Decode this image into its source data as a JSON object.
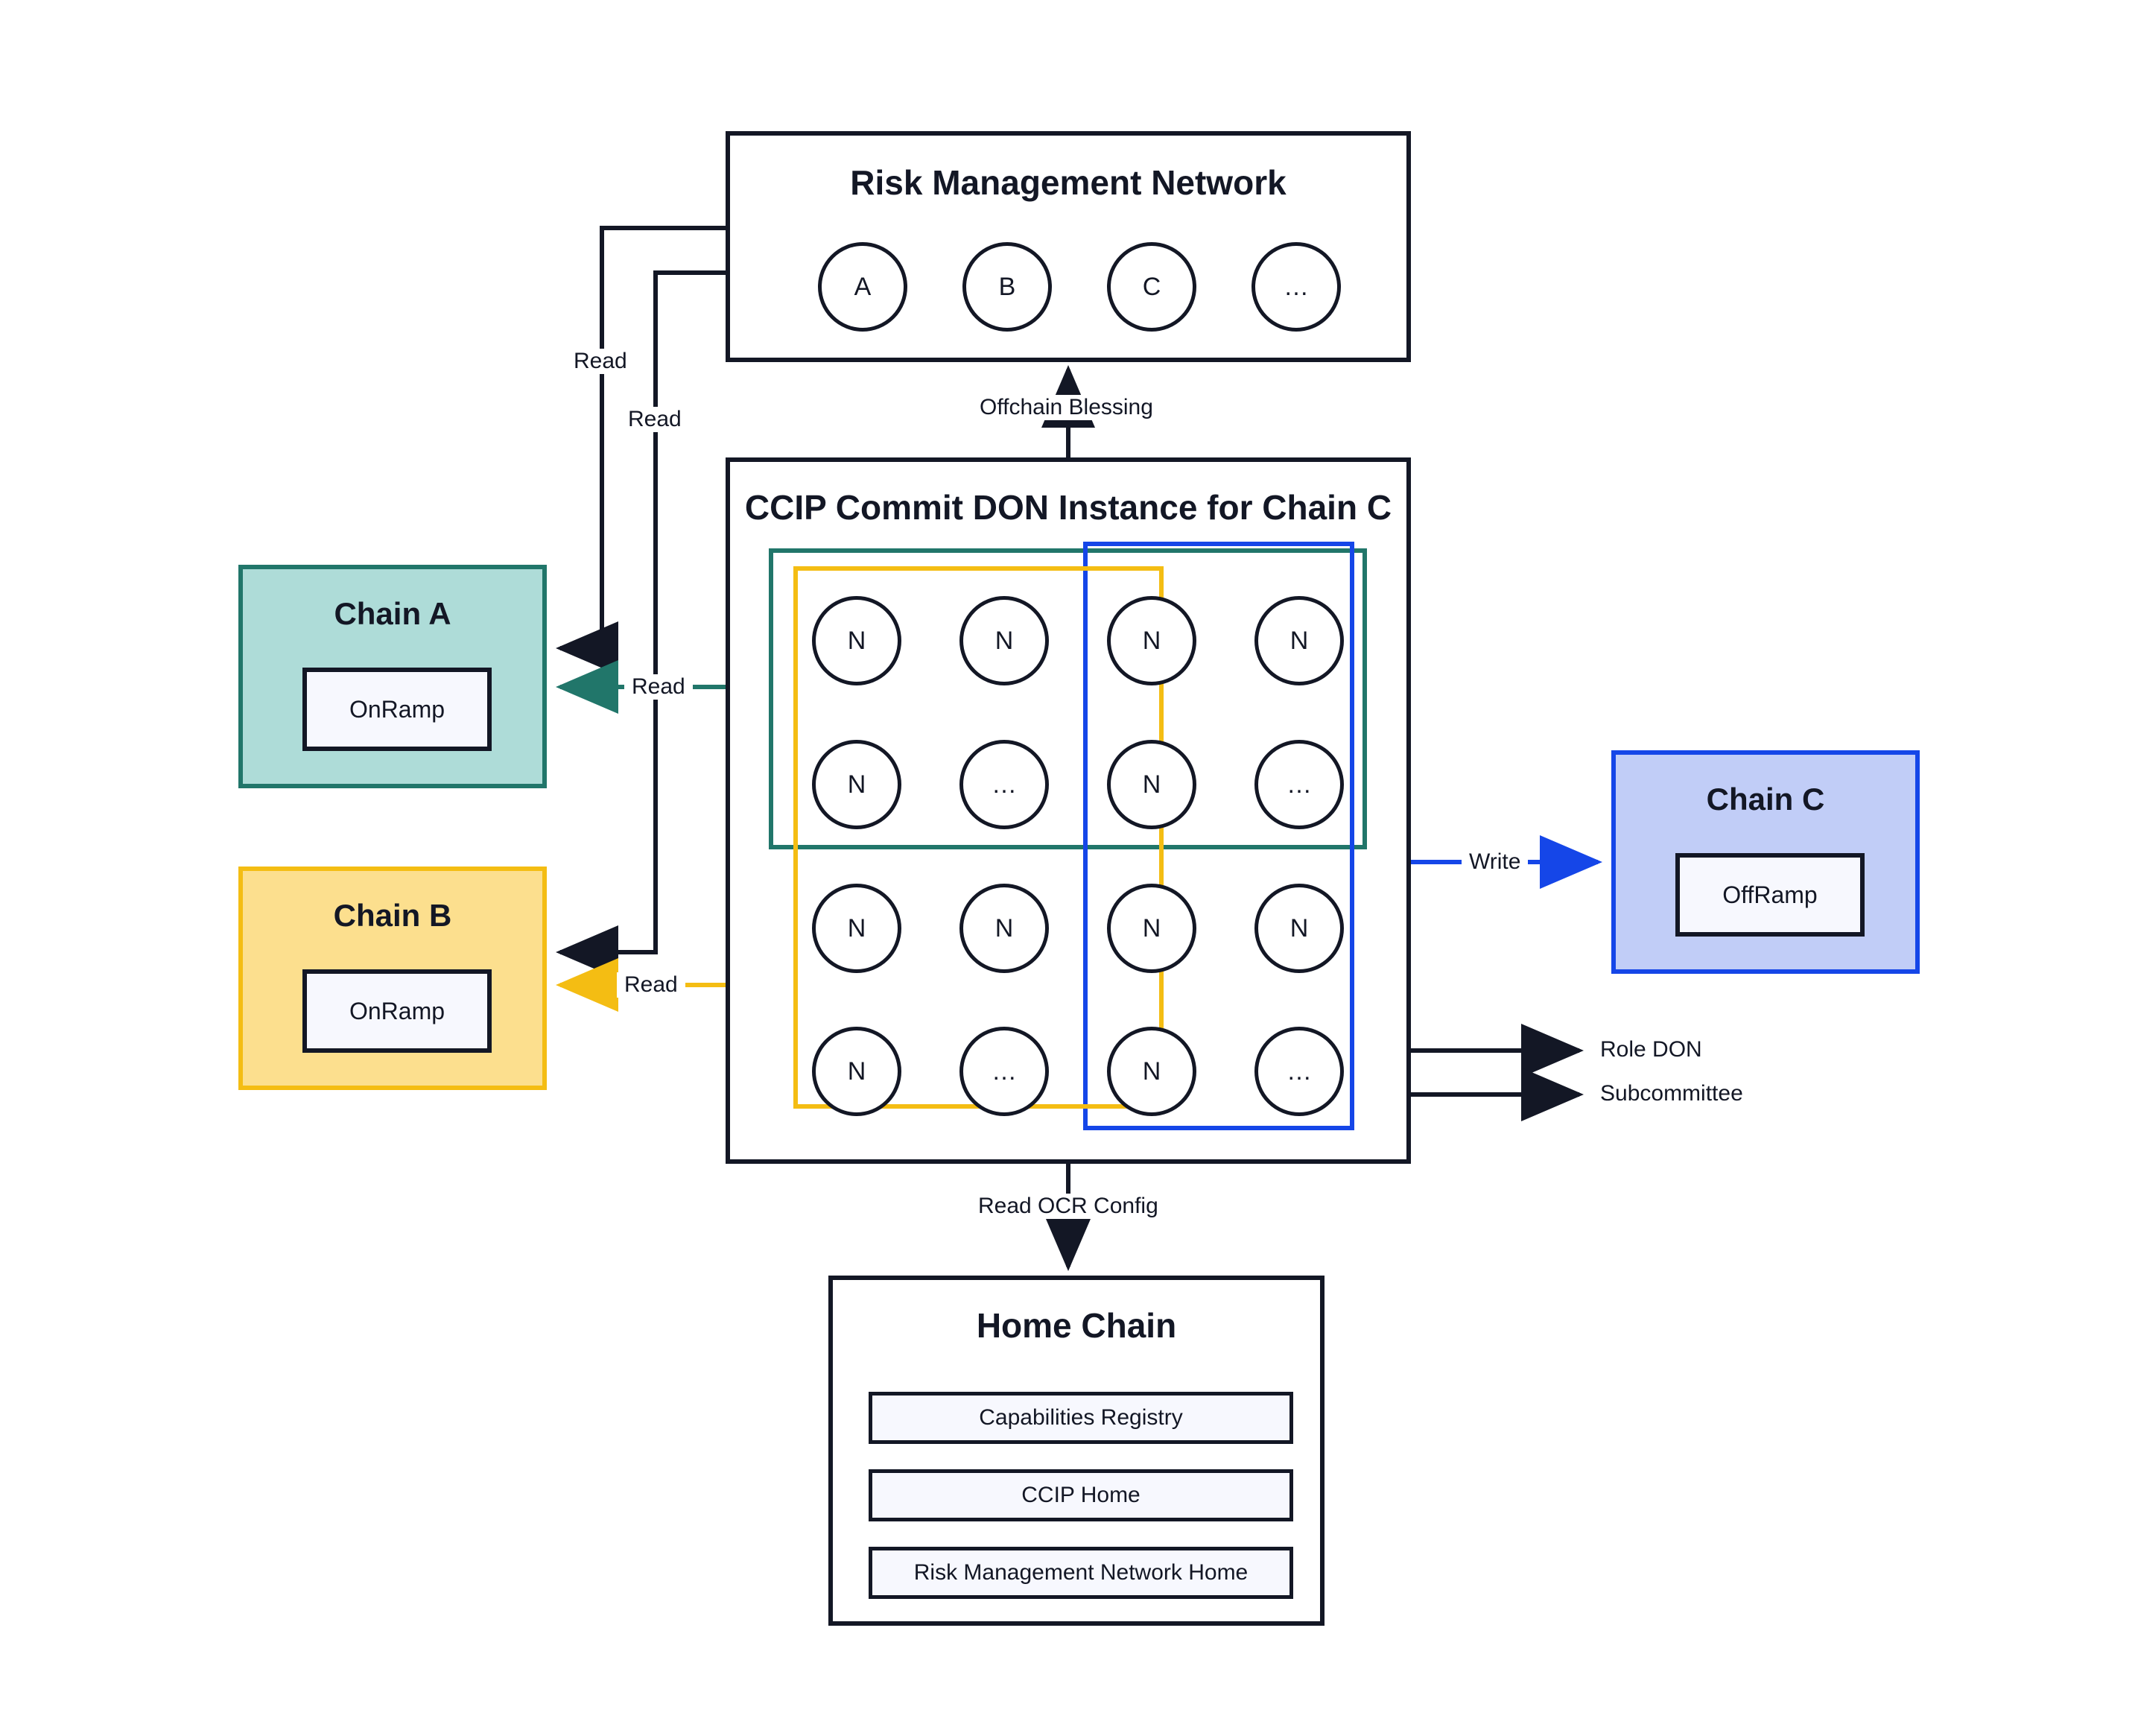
{
  "diagram": {
    "risk_management_network": {
      "title": "Risk Management Network",
      "nodes": [
        "A",
        "B",
        "C",
        "…"
      ]
    },
    "don": {
      "title": "CCIP Commit DON Instance for Chain C",
      "grid": [
        [
          "N",
          "N",
          "N",
          "N"
        ],
        [
          "N",
          "…",
          "N",
          "…"
        ],
        [
          "N",
          "N",
          "N",
          "N"
        ],
        [
          "N",
          "…",
          "N",
          "…"
        ]
      ],
      "groups": {
        "teal_label": "chain-a-group",
        "yellow_label": "chain-b-group",
        "blue_label": "chain-c-group"
      }
    },
    "chain_a": {
      "title": "Chain A",
      "component": "OnRamp"
    },
    "chain_b": {
      "title": "Chain B",
      "component": "OnRamp"
    },
    "chain_c": {
      "title": "Chain C",
      "component": "OffRamp"
    },
    "home_chain": {
      "title": "Home Chain",
      "rows": [
        "Capabilities Registry",
        "CCIP Home",
        "Risk Management Network Home"
      ]
    },
    "edges": {
      "offchain_blessing": "Offchain Blessing",
      "read_rmn_to_chain_a": "Read",
      "read_rmn_to_chain_b": "Read",
      "read_don_to_chain_a": "Read",
      "read_don_to_chain_b": "Read",
      "write_don_to_chain_c": "Write",
      "read_ocr_config": "Read OCR Config"
    },
    "legend": {
      "role_don": "Role DON",
      "subcommittee": "Subcommittee"
    },
    "colors": {
      "ink": "#131725",
      "teal_border": "#21766a",
      "teal_fill": "#aedcd8",
      "amber_border": "#f4bd13",
      "amber_fill": "#fcdf8e",
      "blue_border": "#1546e8",
      "blue_fill": "#c1cdf7",
      "chip_fill": "#f7f8fe"
    }
  }
}
